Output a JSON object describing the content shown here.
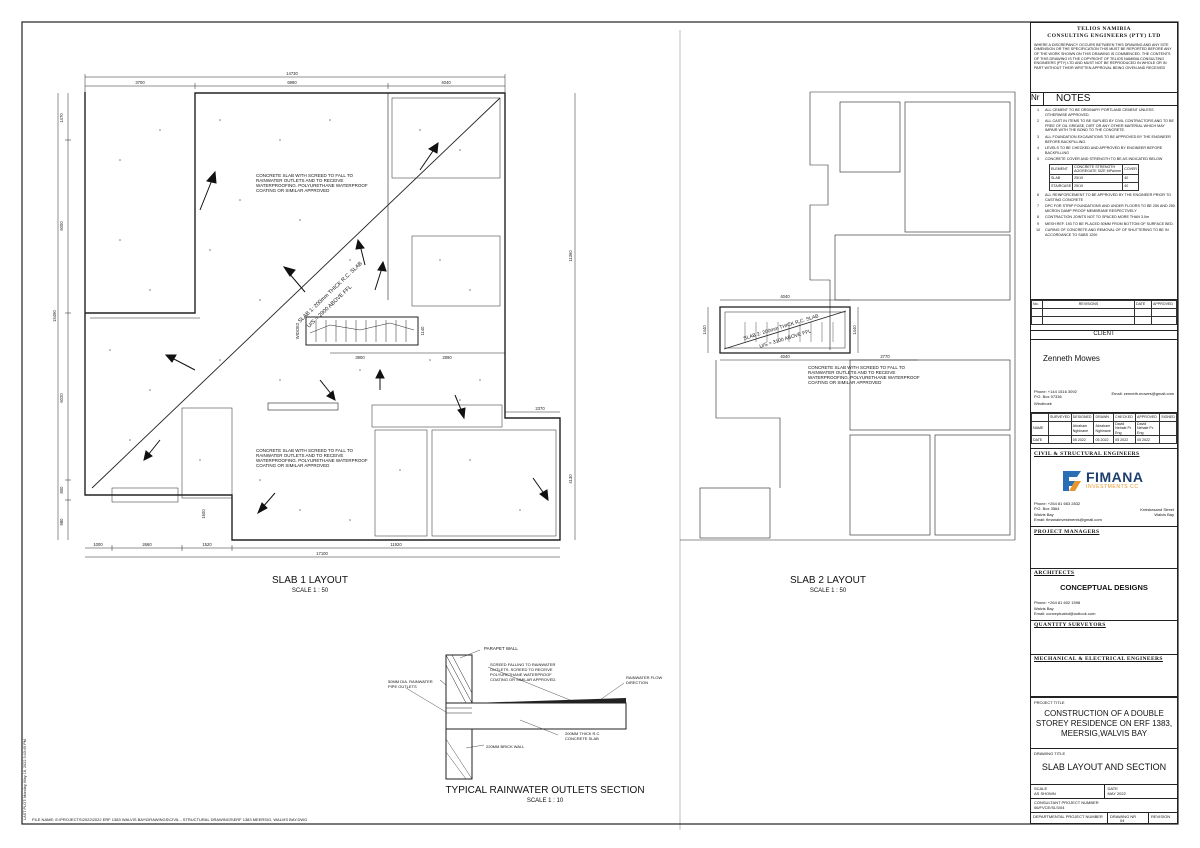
{
  "footer": {
    "filename": "FILE NAME:  E:\\PROJECTS\\2022\\2022  ERF  1383 WALVIS BAY\\DRAWINGS\\CIVIL - STRUCTURAL DRAWINGS\\ERF 1383 MEERSIG, WALVIS BAY.DWG",
    "lastplot": "LAST PLOT: Monday, May 16, 2022 3:43:49 PM"
  },
  "slab1": {
    "title": "SLAB 1 LAYOUT",
    "scale": "SCALE 1 : 50",
    "diag_line1": "SLAB 1: 200mm THICK R.C. SLAB",
    "diag_line2": "U/S = 2900 ABOVE FFL",
    "note_text": "CONCRETE SLAB WITH SCREED TO FALL TO RAINWATER OUTLETS AND TO RECEIVE WATERPROOFING. POLYURETHANE WATERPROOF COATING OR SIMILAR APPROVED",
    "dims_top": [
      "14730",
      "3700",
      "6990",
      "4040"
    ],
    "dims_bottom": [
      "1000",
      "2660",
      "1520",
      "11920",
      "17100"
    ],
    "dims_left": [
      "1470",
      "6000",
      "15490",
      "6020",
      "800",
      "980"
    ],
    "dims_right": [
      "11360",
      "4130"
    ],
    "dims_inner": [
      "3900",
      "2890",
      "2370",
      "1600",
      "1140",
      "WIDOE2"
    ]
  },
  "slab2": {
    "title": "SLAB 2 LAYOUT",
    "scale": "SCALE 1 : 50",
    "diag_line1": "SLAB 2: 200mm THICK R.C. SLAB",
    "diag_line2": "U/S = 3100 ABOVE FFL",
    "note_text": "CONCRETE SLAB WITH SCREED TO FALL TO RAINWATER OUTLETS AND TO RECEIVE WATERPROOFING. POLYURETHANE WATERPROOF COATING OR SIMILAR APPROVED",
    "dims": [
      "4040",
      "4040",
      "2770",
      "1440",
      "1440"
    ]
  },
  "section": {
    "title": "TYPICAL RAINWATER OUTLETS SECTION",
    "scale": "SCALE 1 : 10",
    "parapet": "PARAPET WALL",
    "screed": "SCREED FALLING TO RAINWATER OUTLETS. SCREED TO RECEIVE POLYURETHANE WATERPROOF COATING OR SIMILAR APPROVED.",
    "pipe": "50mm DIA. RAINWATER PIPE OUTLETS",
    "flow": "RAINWATER FLOW DIRECTION",
    "slab": "200mm THICK R.C. CONCRETE SLAB",
    "brick": "220mm BRICK WALL"
  },
  "titleblock": {
    "company_line1": "TELIOS NAMIBIA",
    "company_line2": "CONSULTING ENGINEERS (PTY) LTD",
    "disclaimer": "WHERE A DISCREPANCY OCCURS BETWEEN THIS DRAWING AND ANY SITE DIMENSION OR THE SPECIFICATION THIS MUST BE REPORTED BEFORE ANY OF THE WORK SHOWN ON THIS DRAWING IS COMMENCED. THE CONTENTS OF THIS DRAWING IS THE COPYRIGHT OF TELIOS NAMIBIA CONSULTING ENGINEERS (PTY) LTD AND MUST NOT BE REPRODUCED IN WHOLE OR IN PART WITHOUT THEIR WRITTEN APPROVAL BEING GIVEN AND RECEIVED",
    "nr_label": "Nr",
    "notes_label": "NOTES",
    "notes": [
      {
        "n": "1",
        "t": "ALL CEMENT TO BE ORDINARY PORTLAND CEMENT UNLESS OTHERWISE APPROVED."
      },
      {
        "n": "2",
        "t": "ALL CAST IN ITEMS TO BE SUPLIED BY CIVIL CONTRACTORS AND TO BE FREE OF OIL GREASE, DIRT OR ANY OTHER MATERIAL WHICH MAY IMPAIR WITH THE BOND TO THE CONCRETE."
      },
      {
        "n": "3",
        "t": "ALL FOUNDATION EXCAVATIONS TO BE APPROVED BY THE ENGINEER BEFORE BACKFILLING."
      },
      {
        "n": "4",
        "t": "LEVELS TO BE CHECKED AND APPROVED BY ENGINEER BEFORE BACKFILLING"
      },
      {
        "n": "5",
        "t": "CONCRETE COVER AND STRENGTH TO BE AS INDICATED BELOW"
      }
    ],
    "conc_table": {
      "headers": [
        "ELEMENT",
        "CONCRETE STRENGTH AGGREGATE SIZE MPa/mm",
        "COVER"
      ],
      "rows": [
        [
          "SLAB",
          "25/19",
          "40"
        ],
        [
          "STAIRCASE",
          "25/19",
          "40"
        ]
      ]
    },
    "notes2": [
      {
        "n": "6",
        "t": "ALL REINFORCEMENT TO BE APPROVED BY THE ENGINEER PRIOR TO CASTING CONCRETE"
      },
      {
        "n": "7",
        "t": "DPC FOR STRIP FOUNDATIONS AND UNDER FLOORS TO BE 250 AND 250 MICRON DAMP PROOF MEMBRANE RESPECTIVELY"
      },
      {
        "n": "8",
        "t": "CONTRACTION JOINTS NOT TO SPACED MORE THAN 3.0m"
      },
      {
        "n": "9",
        "t": "MESH REF. 193 TO BE PLACED 50MM FROM BOTTOM OF SURFACE BED."
      },
      {
        "n": "10",
        "t": "CURING OF CONCRETE AND REMOVAL OF OF SHUTTERING TO BE  IN ACCORDANCE TO SABS 1200"
      }
    ],
    "rev_no": "No.",
    "rev_revisions": "REVISIONS",
    "rev_date": "DATE",
    "rev_approved": "APPROVED",
    "client_label": "CLIENT",
    "client_name": "Zenneth Mowes",
    "client_phone": "Phone: +144 1516 3092",
    "client_po": "P.O. Box 97336",
    "client_town": "Windhoek",
    "client_email": "Email: zenneth.mowes@gmail.com",
    "sig_headers": [
      "SURVEYED",
      "DESIGNED",
      "DRAWN",
      "CHECKED",
      "APPROVED",
      "SIGNED"
    ],
    "sig_name_label": "NAME",
    "sig_names": [
      "",
      "Abraham Nghinane",
      "Abraham Nghinane",
      "David Nehale Pr. Eng",
      "David Nehale Pr. Eng",
      ""
    ],
    "sig_date_label": "DATE",
    "sig_dates": [
      "",
      "05 2022",
      "05 2022",
      "05 2022",
      "05 2022",
      ""
    ],
    "civil_label": "CIVIL & STRUCTURAL ENGINEERS",
    "fimana_name": "FIMANA",
    "fimana_sub": "INVESTMENTS CC",
    "fimana_phone": "Phone: +264 81 663 2832",
    "fimana_po": "P.O. Box 3564",
    "fimana_town": "Walvis Bay",
    "fimana_email": "Email: fimanainvestments@gmail.com",
    "fimana_street": "Kreiskesand Street",
    "fimana_city": "Walvis Bay",
    "pm_label": "PROJECT MANAGERS",
    "arch_label": "ARCHITECTS",
    "arch_name": "CONCEPTUAL DESIGNS",
    "arch_phone": "Phone: +264 81 602 1598",
    "arch_town": "Walvis Bay",
    "arch_email": "Email: conceptualxd@outlook.com",
    "qs_label": "QUANTITY SURVEYORS",
    "me_label": "MECHANICAL & ELECTRICAL ENGINEERS",
    "proj_title_label": "PROJECT TITLE",
    "proj_title": "CONSTRUCTION OF A DOUBLE STOREY RESIDENCE ON ERF 1383, MEERSIG,WALVIS BAY",
    "draw_title_label": "DRAWING TITLE",
    "draw_title": "SLAB LAYOUT AND SECTION",
    "scale_label": "SCALE",
    "scale_val": "AS SHOWN",
    "date_label": "DATE",
    "date_val": "MAY 2022",
    "cpn_label": "CONSULTANT PROJECT NUMBER",
    "cpn_val": "06/FVCE/SLS/04",
    "dpn_label": "DEPARTMENTAL PROJECT NUMBER",
    "drawing_nr_label": "DRAWING NR",
    "drawing_nr": "04",
    "revision_label": "REVISION"
  }
}
